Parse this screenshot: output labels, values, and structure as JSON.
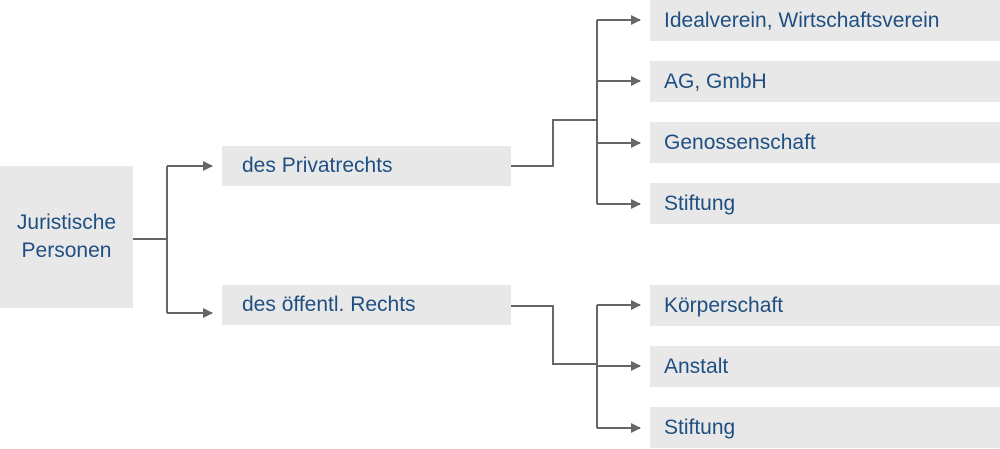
{
  "root": {
    "line1": "Juristische",
    "line2": "Personen"
  },
  "branches": [
    {
      "label": "des Privatrechts",
      "items": [
        "Idealverein, Wirtschaftsverein",
        "AG, GmbH",
        "Genossenschaft",
        "Stiftung"
      ]
    },
    {
      "label": "des öffentl. Rechts",
      "items": [
        "Körperschaft",
        "Anstalt",
        "Stiftung"
      ]
    }
  ],
  "colors": {
    "box_fill": "#e8e8e8",
    "text": "#1f4f82",
    "connector": "#666666"
  }
}
